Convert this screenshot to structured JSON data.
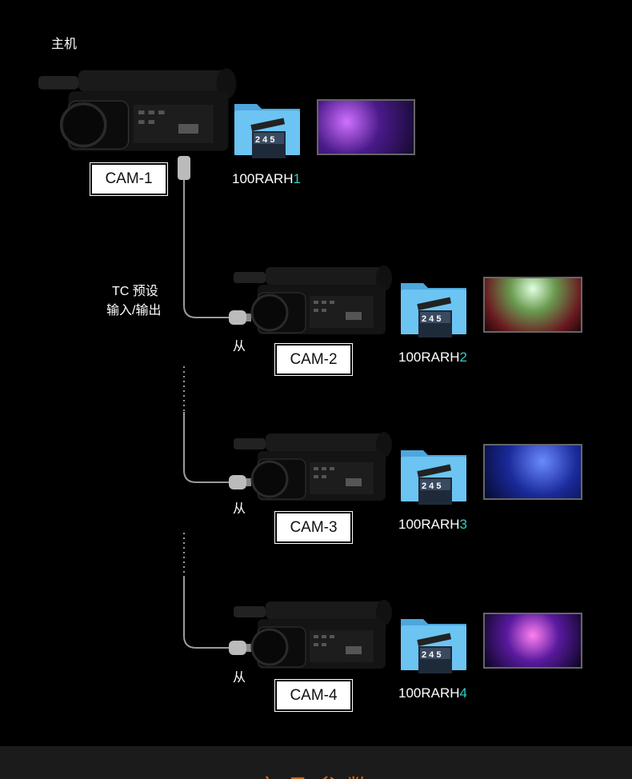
{
  "master_label": "主机",
  "slave_label": "从",
  "tc_label_line1": "TC 预设",
  "tc_label_line2": "输入/输出",
  "cameras": [
    {
      "name": "CAM-1",
      "folder_prefix": "100RARH",
      "folder_num": "1"
    },
    {
      "name": "CAM-2",
      "folder_prefix": "100RARH",
      "folder_num": "2"
    },
    {
      "name": "CAM-3",
      "folder_prefix": "100RARH",
      "folder_num": "3"
    },
    {
      "name": "CAM-4",
      "folder_prefix": "100RARH",
      "folder_num": "4"
    }
  ],
  "clapper_digits": "2 4 5",
  "footer_title": "产品参数",
  "colors": {
    "accent_num": "#2fd0c8",
    "folder": "#5bb8ec",
    "footer_text": "#c8641e"
  }
}
